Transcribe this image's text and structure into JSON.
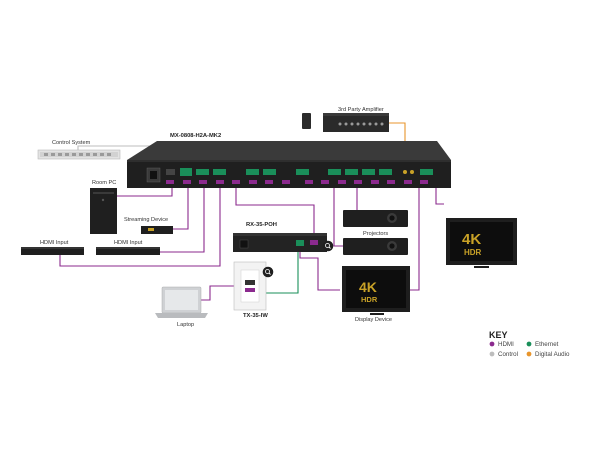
{
  "devices": {
    "matrix": "MX-0808-H2A-MK2",
    "control_system": "Control System",
    "amplifier": "3rd Party Amplifier",
    "room_pc": "Room PC",
    "streaming": "Streaming Device",
    "hdmi_input_1": "HDMI Input",
    "hdmi_input_2": "HDMI Input",
    "receiver": "RX-35-POH",
    "projectors": "Projectors",
    "transmitter": "TX-35-IW",
    "laptop": "Laptop",
    "display_device": "Display Device",
    "tv_brand_4k": "4K",
    "tv_brand_hdr": "HDR"
  },
  "key": {
    "title": "KEY",
    "items": [
      {
        "label": "HDMI",
        "color": "#8b2a8e"
      },
      {
        "label": "Ethernet",
        "color": "#1a8f5a"
      },
      {
        "label": "Control",
        "color": "#bdbdbd"
      },
      {
        "label": "Digital Audio",
        "color": "#e8952c"
      }
    ]
  },
  "colors": {
    "hdmi": "#8b2a8e",
    "ethernet": "#1a8f5a",
    "control": "#bdbdbd",
    "audio": "#e8952c"
  }
}
